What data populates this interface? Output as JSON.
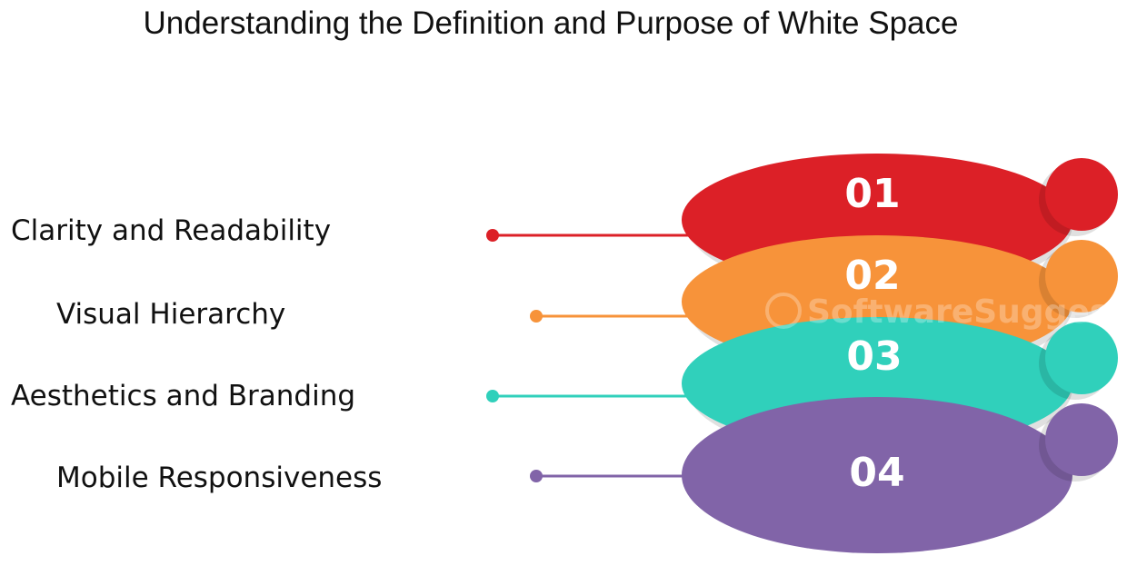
{
  "title": "Understanding the Definition and Purpose of White Space",
  "items": [
    {
      "number": "01",
      "label": "Clarity and Readability",
      "color": "#dc2027"
    },
    {
      "number": "02",
      "label": "Visual Hierarchy",
      "color": "#f7933a"
    },
    {
      "number": "03",
      "label": "Aesthetics and Branding",
      "color": "#30d0bb"
    },
    {
      "number": "04",
      "label": "Mobile Responsiveness",
      "color": "#8164a8"
    }
  ],
  "watermark": {
    "text": "SoftwareSuggest",
    "icon": "logo-icon"
  }
}
